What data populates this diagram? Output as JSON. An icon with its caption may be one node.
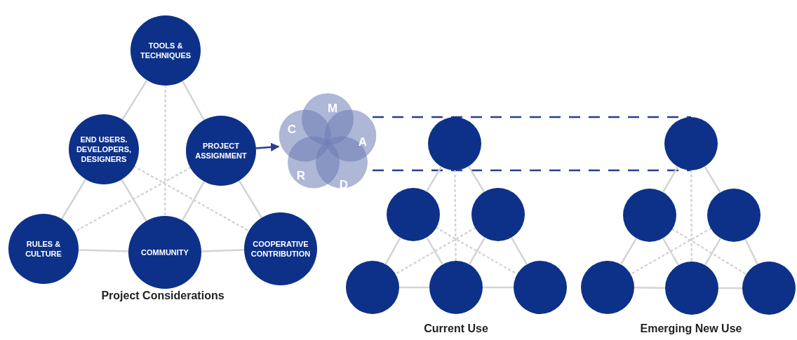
{
  "diagram": {
    "nodes": [
      {
        "text": [
          "TOOLS & TECHNIQUES"
        ]
      },
      {
        "text": [
          "END USERS. DEVELOPERS, DESIGNERS"
        ]
      },
      {
        "text": [
          "PROJECT ASSIGNMENT"
        ]
      },
      {
        "text": [
          "RULES & CULTURE"
        ]
      },
      {
        "text": [
          "COMMUNITY"
        ]
      },
      {
        "text": [
          "COOPERATIVE CONTRIBUTION"
        ]
      },
      {
        "text": [
          "M",
          "C",
          "A",
          "R",
          "D"
        ]
      },
      {
        "text": [],
        "shape": "circle"
      },
      {
        "text": [],
        "shape": "circle"
      },
      {
        "text": [],
        "shape": "circle"
      },
      {
        "text": [],
        "shape": "circle"
      },
      {
        "text": [],
        "shape": "circle"
      },
      {
        "text": [],
        "shape": "circle"
      },
      {
        "text": [],
        "shape": "circle"
      },
      {
        "text": [],
        "shape": "circle"
      },
      {
        "text": [],
        "shape": "circle"
      },
      {
        "text": [],
        "shape": "circle"
      },
      {
        "text": [],
        "shape": "circle"
      },
      {
        "text": [],
        "shape": "circle"
      }
    ],
    "edges": [
      {
        "from": 0,
        "to": 1,
        "arrow": "none"
      },
      {
        "from": 0,
        "to": 2,
        "arrow": "none"
      },
      {
        "from": 1,
        "to": 3,
        "arrow": "none"
      },
      {
        "from": 1,
        "to": 4,
        "arrow": "none"
      },
      {
        "from": 2,
        "to": 4,
        "arrow": "none"
      },
      {
        "from": 2,
        "to": 5,
        "arrow": "none"
      },
      {
        "from": 3,
        "to": 4,
        "arrow": "none"
      },
      {
        "from": 4,
        "to": 5,
        "arrow": "none"
      },
      {
        "from": 0,
        "to": 4,
        "arrow": "none",
        "style": "dashed"
      },
      {
        "from": 1,
        "to": 5,
        "arrow": "none",
        "style": "dashed"
      },
      {
        "from": 2,
        "to": 3,
        "arrow": "none",
        "style": "dashed"
      },
      {
        "from": 2,
        "to": 6,
        "arrow": "to",
        "color": "#2b3d8f"
      },
      {
        "from": 6,
        "to": 13,
        "arrow": "none",
        "style": "dashed",
        "color": "#2b3d8f"
      },
      {
        "from": 6,
        "to": 13,
        "arrow": "none",
        "style": "dashed",
        "color": "#2b3d8f"
      },
      {
        "from": 7,
        "to": 8,
        "arrow": "none"
      },
      {
        "from": 7,
        "to": 9,
        "arrow": "none"
      },
      {
        "from": 8,
        "to": 10,
        "arrow": "none"
      },
      {
        "from": 8,
        "to": 11,
        "arrow": "none"
      },
      {
        "from": 9,
        "to": 11,
        "arrow": "none"
      },
      {
        "from": 9,
        "to": 12,
        "arrow": "none"
      },
      {
        "from": 10,
        "to": 11,
        "arrow": "none"
      },
      {
        "from": 11,
        "to": 12,
        "arrow": "none"
      },
      {
        "from": 7,
        "to": 11,
        "arrow": "none",
        "style": "dashed"
      },
      {
        "from": 8,
        "to": 12,
        "arrow": "none",
        "style": "dashed"
      },
      {
        "from": 9,
        "to": 10,
        "arrow": "none",
        "style": "dashed"
      },
      {
        "from": 13,
        "to": 14,
        "arrow": "none"
      },
      {
        "from": 13,
        "to": 15,
        "arrow": "none"
      },
      {
        "from": 14,
        "to": 16,
        "arrow": "none"
      },
      {
        "from": 14,
        "to": 17,
        "arrow": "none"
      },
      {
        "from": 15,
        "to": 17,
        "arrow": "none"
      },
      {
        "from": 15,
        "to": 18,
        "arrow": "none"
      },
      {
        "from": 16,
        "to": 17,
        "arrow": "none"
      },
      {
        "from": 17,
        "to": 18,
        "arrow": "none"
      },
      {
        "from": 13,
        "to": 17,
        "arrow": "none",
        "style": "dashed"
      },
      {
        "from": 14,
        "to": 18,
        "arrow": "none",
        "style": "dashed"
      },
      {
        "from": 15,
        "to": 16,
        "arrow": "none",
        "style": "dashed"
      }
    ],
    "labels": [
      "Project Considerations",
      "Current Use",
      "Emerging New Use"
    ]
  }
}
